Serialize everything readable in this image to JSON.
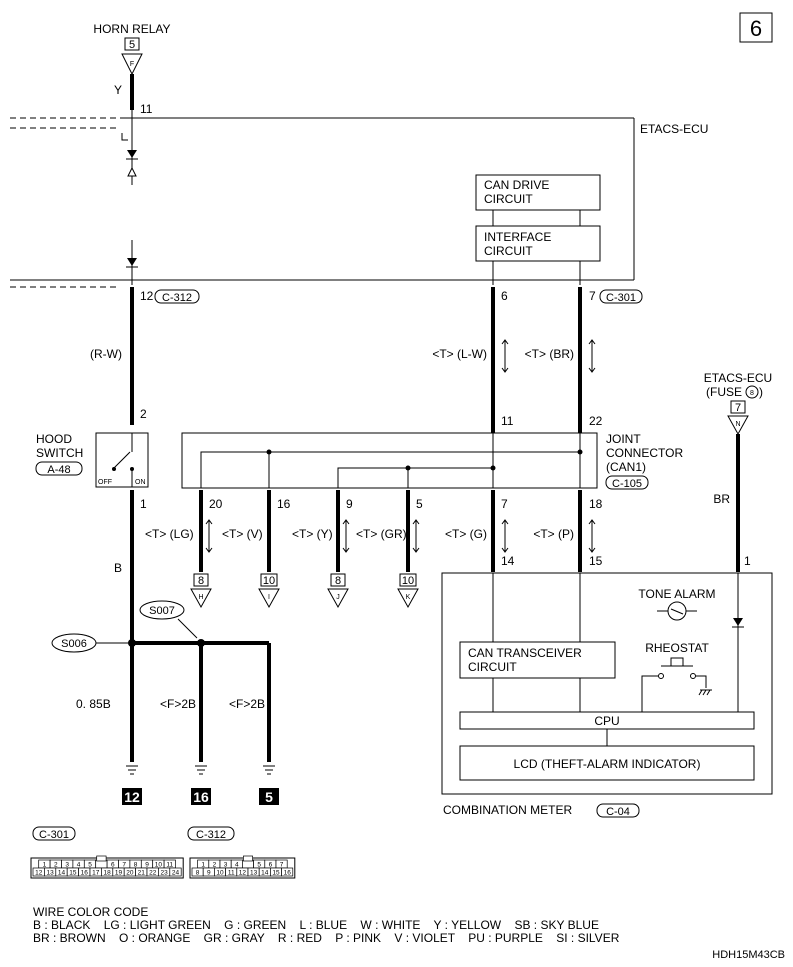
{
  "page_number": "6",
  "horn_relay": {
    "label": "HORN RELAY",
    "conn": "5",
    "letter": "F",
    "wire": "Y",
    "pin": "11"
  },
  "etacs": {
    "label": "ETACS-ECU"
  },
  "can_drive": {
    "line1": "CAN DRIVE",
    "line2": "CIRCUIT"
  },
  "interface": {
    "line1": "INTERFACE",
    "line2": "CIRCUIT"
  },
  "pins_top": {
    "p12": "12",
    "c312": "C-312",
    "p6": "6",
    "p7": "7",
    "c301": "C-301"
  },
  "wires": {
    "rw": "(R-W)",
    "tlw": "<T> (L-W)",
    "tbr": "<T> (BR)",
    "tlg": "<T> (LG)",
    "tv": "<T> (V)",
    "ty": "<T> (Y)",
    "tgr": "<T> (GR)",
    "tg": "<T> (G)",
    "tp": "<T> (P)",
    "b": "B",
    "br": "BR",
    "b085": "0. 85B",
    "f2b_1": "<F>2B",
    "f2b_2": "<F>2B"
  },
  "etacs_fuse": {
    "line1": "ETACS-ECU",
    "line2_prefix": "(FUSE",
    "fuse_num": "8",
    "line2_suffix": ")",
    "conn": "7",
    "letter": "N"
  },
  "hood_switch": {
    "line1": "HOOD",
    "line2": "SWITCH",
    "conn": "A-48",
    "pin_top": "2",
    "pin_bot": "1",
    "off": "OFF",
    "on": "ON"
  },
  "joint": {
    "line1": "JOINT",
    "line2": "CONNECTOR",
    "line3": "(CAN1)",
    "conn": "C-105",
    "pins": {
      "p11": "11",
      "p22": "22",
      "p20": "20",
      "p16": "16",
      "p9": "9",
      "p5": "5",
      "p7": "7",
      "p18": "18"
    }
  },
  "offpage": [
    {
      "num": "8",
      "letter": "H"
    },
    {
      "num": "10",
      "letter": "I"
    },
    {
      "num": "8",
      "letter": "J"
    },
    {
      "num": "10",
      "letter": "K"
    }
  ],
  "meter": {
    "label": "COMBINATION METER",
    "conn": "C-04",
    "pin14": "14",
    "pin15": "15",
    "pin1": "1",
    "tone_alarm": "TONE ALARM",
    "rheostat": "RHEOSTAT",
    "can_trans_1": "CAN TRANSCEIVER",
    "can_trans_2": "CIRCUIT",
    "cpu": "CPU",
    "lcd": "LCD (THEFT-ALARM INDICATOR)"
  },
  "splices": {
    "s006": "S006",
    "s007": "S007"
  },
  "grounds": [
    "12",
    "16",
    "5"
  ],
  "connector_c301": {
    "name": "C-301",
    "row1": [
      "1",
      "2",
      "3",
      "4",
      "5",
      "",
      "6",
      "7",
      "8",
      "9",
      "10",
      "11"
    ],
    "row2": [
      "12",
      "13",
      "14",
      "15",
      "16",
      "17",
      "18",
      "19",
      "20",
      "21",
      "22",
      "23",
      "24"
    ]
  },
  "connector_c312": {
    "name": "C-312",
    "row1": [
      "1",
      "2",
      "3",
      "4",
      "",
      "5",
      "6",
      "7"
    ],
    "row2": [
      "8",
      "9",
      "10",
      "11",
      "12",
      "13",
      "14",
      "15",
      "16"
    ]
  },
  "legend": {
    "title": "WIRE COLOR CODE",
    "line1": "B : BLACK    LG : LIGHT GREEN    G : GREEN    L : BLUE    W : WHITE    Y : YELLOW    SB : SKY BLUE",
    "line2": "BR : BROWN    O : ORANGE    GR : GRAY    R : RED    P : PINK    V : VIOLET    PU : PURPLE    SI : SILVER"
  },
  "code": "HDH15M43CB"
}
